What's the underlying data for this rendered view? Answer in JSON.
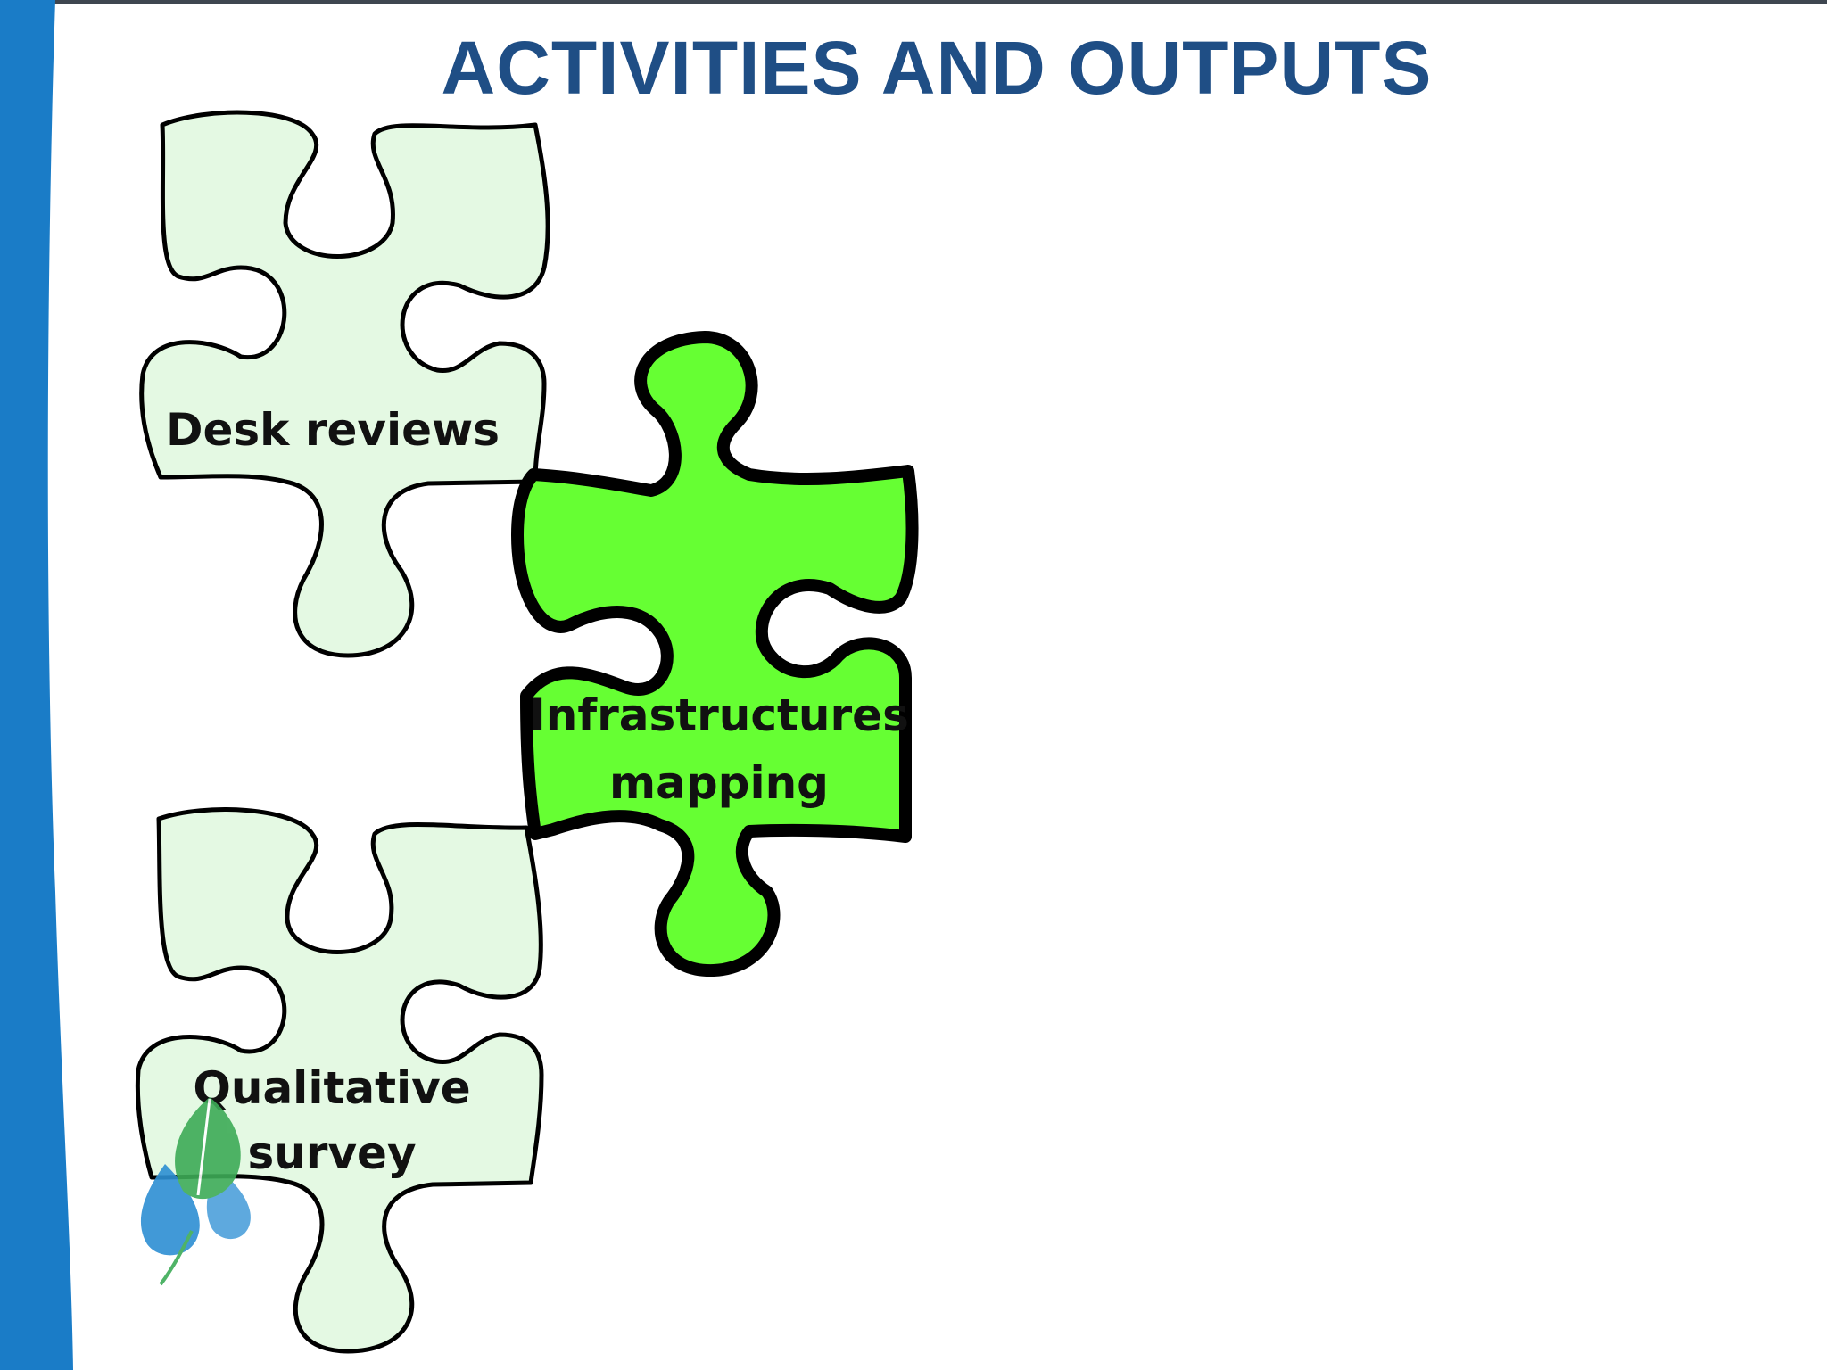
{
  "slide": {
    "title": "ACTIVITIES AND OUTPUTS"
  },
  "colors": {
    "title": "#1f4e85",
    "side_band": "#1a7cc7",
    "pale_piece_fill": "#e4f9e3",
    "highlight_piece_fill": "#66ff33",
    "outline": "#000000",
    "logo_drop": "#2d8fd3",
    "logo_leaf": "#3dab57"
  },
  "pieces": [
    {
      "id": "desk-reviews",
      "lines": [
        "Desk reviews"
      ],
      "highlighted": false
    },
    {
      "id": "infrastructures-mapping",
      "lines": [
        "Infrastructures",
        "mapping"
      ],
      "highlighted": true
    },
    {
      "id": "qualitative-survey",
      "lines": [
        "Qualitative",
        "survey"
      ],
      "highlighted": false
    }
  ],
  "logo": {
    "icon": "water-drop-leaf-icon"
  }
}
